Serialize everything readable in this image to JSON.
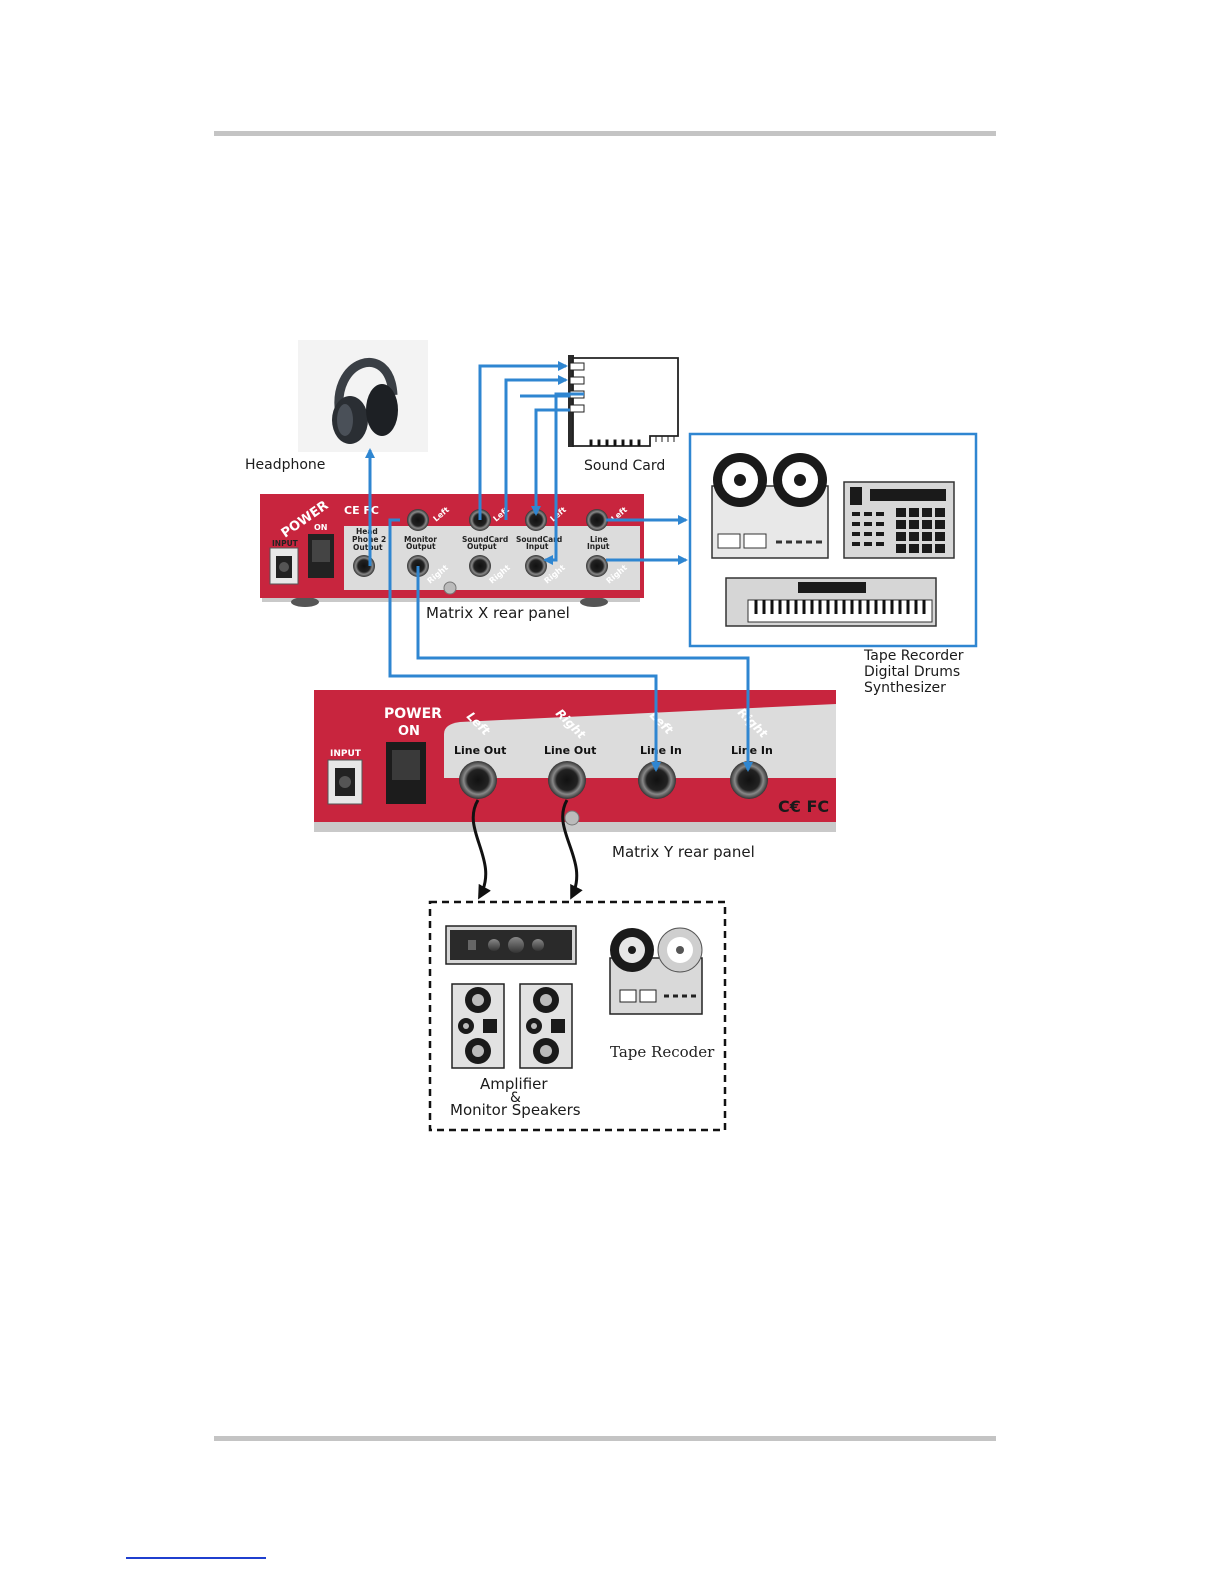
{
  "labels": {
    "headphone": "Headphone",
    "sound_card": "Sound Card",
    "matrix_x": "Matrix X rear panel",
    "matrix_y": "Matrix Y rear panel",
    "tape_recorder": "Tape Recorder",
    "digital_drums": "Digital Drums",
    "synthesizer": "Synthesizer",
    "amplifier": "Amplifier",
    "amp_and": "&",
    "monitor_speakers": "Monitor Speakers",
    "tape_recoder": "Tape Recoder"
  },
  "matrix_x_panel": {
    "power": "POWER",
    "on": "ON",
    "input": "INPUT",
    "ce": "CE FC",
    "head_phone_l1": "Head",
    "head_phone_l2": "Phone 2",
    "head_phone_l3": "Output",
    "monitor_l1": "Monitor",
    "monitor_l2": "Output",
    "sc_out_l1": "SoundCard",
    "sc_out_l2": "Output",
    "sc_in_l1": "SoundCard",
    "sc_in_l2": "Input",
    "line_in_l1": "Line",
    "line_in_l2": "Input",
    "left": "Left",
    "right": "Right"
  },
  "matrix_y_panel": {
    "power": "POWER",
    "on": "ON",
    "input": "INPUT",
    "left": "Left",
    "right": "Right",
    "line_out": "Line Out",
    "line_in": "Line In",
    "ce": "C€ FC"
  },
  "colors": {
    "panel_red": "#c8253e",
    "panel_silver": "#dcdcdc",
    "cable_blue": "#2f86d1",
    "rule_gray": "#c4c4c4"
  }
}
